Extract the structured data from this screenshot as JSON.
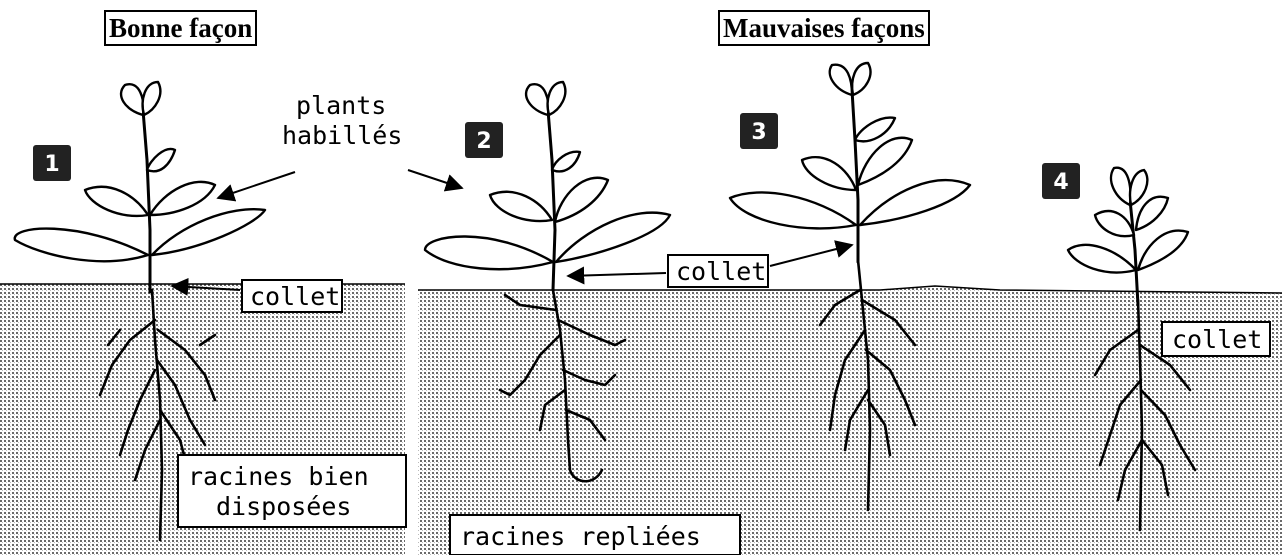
{
  "headings": {
    "good": "Bonne façon",
    "bad": "Mauvaises façons"
  },
  "labels": {
    "plants_line1": "plants",
    "plants_line2": "habillés",
    "collet_1": "collet",
    "collet_2_3": "collet",
    "collet_4": "collet",
    "roots_good_line1": "racines bien",
    "roots_good_line2": "disposées",
    "roots_folded": "racines repliées"
  },
  "badges": [
    "1",
    "2",
    "3",
    "4"
  ]
}
